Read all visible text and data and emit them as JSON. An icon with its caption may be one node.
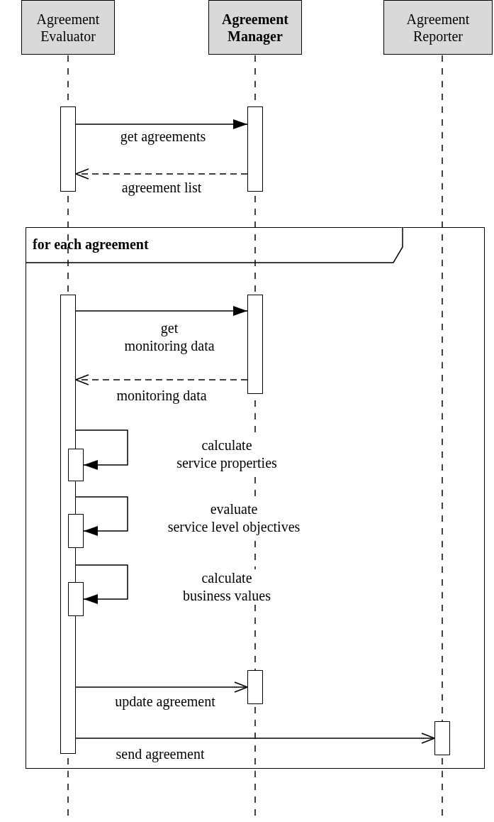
{
  "diagram": {
    "nodes": [
      {
        "text": [
          "Agreement Evaluator"
        ]
      },
      {
        "text": [
          "Agreement Manager"
        ]
      },
      {
        "text": [
          "Agreement Reporter"
        ]
      },
      {
        "text": [],
        "shape": "bar"
      },
      {
        "text": [],
        "shape": "bar"
      },
      {
        "text": [
          "for each agreement"
        ]
      },
      {
        "text": [],
        "shape": "bar",
        "in": 5
      },
      {
        "text": [],
        "shape": "bar",
        "in": 5
      },
      {
        "text": [],
        "shape": "bar",
        "in": 5
      },
      {
        "text": [],
        "shape": "bar",
        "in": 5
      },
      {
        "text": [],
        "shape": "bar",
        "in": 5
      },
      {
        "text": [],
        "shape": "bar",
        "in": 5
      },
      {
        "text": [],
        "shape": "bar",
        "in": 5
      }
    ],
    "edges": [
      {
        "from": 3,
        "to": 4,
        "arrow": "to",
        "label": "get agreements"
      },
      {
        "from": 4,
        "to": 3,
        "arrow": "to",
        "label": "agreement list",
        "style": "dashed"
      },
      {
        "from": 6,
        "to": 7,
        "arrow": "to",
        "label": "get monitoring data"
      },
      {
        "from": 7,
        "to": 6,
        "arrow": "to",
        "label": "monitoring data",
        "style": "dashed"
      },
      {
        "from": 6,
        "to": 8,
        "arrow": "to",
        "label": "calculate service properties"
      },
      {
        "from": 6,
        "to": 9,
        "arrow": "to",
        "label": "evaluate service level objectives"
      },
      {
        "from": 6,
        "to": 10,
        "arrow": "to",
        "label": "calculate business values"
      },
      {
        "from": 6,
        "to": 11,
        "arrow": "to",
        "label": "update agreement"
      },
      {
        "from": 6,
        "to": 12,
        "arrow": "to",
        "label": "send agreement"
      }
    ]
  }
}
